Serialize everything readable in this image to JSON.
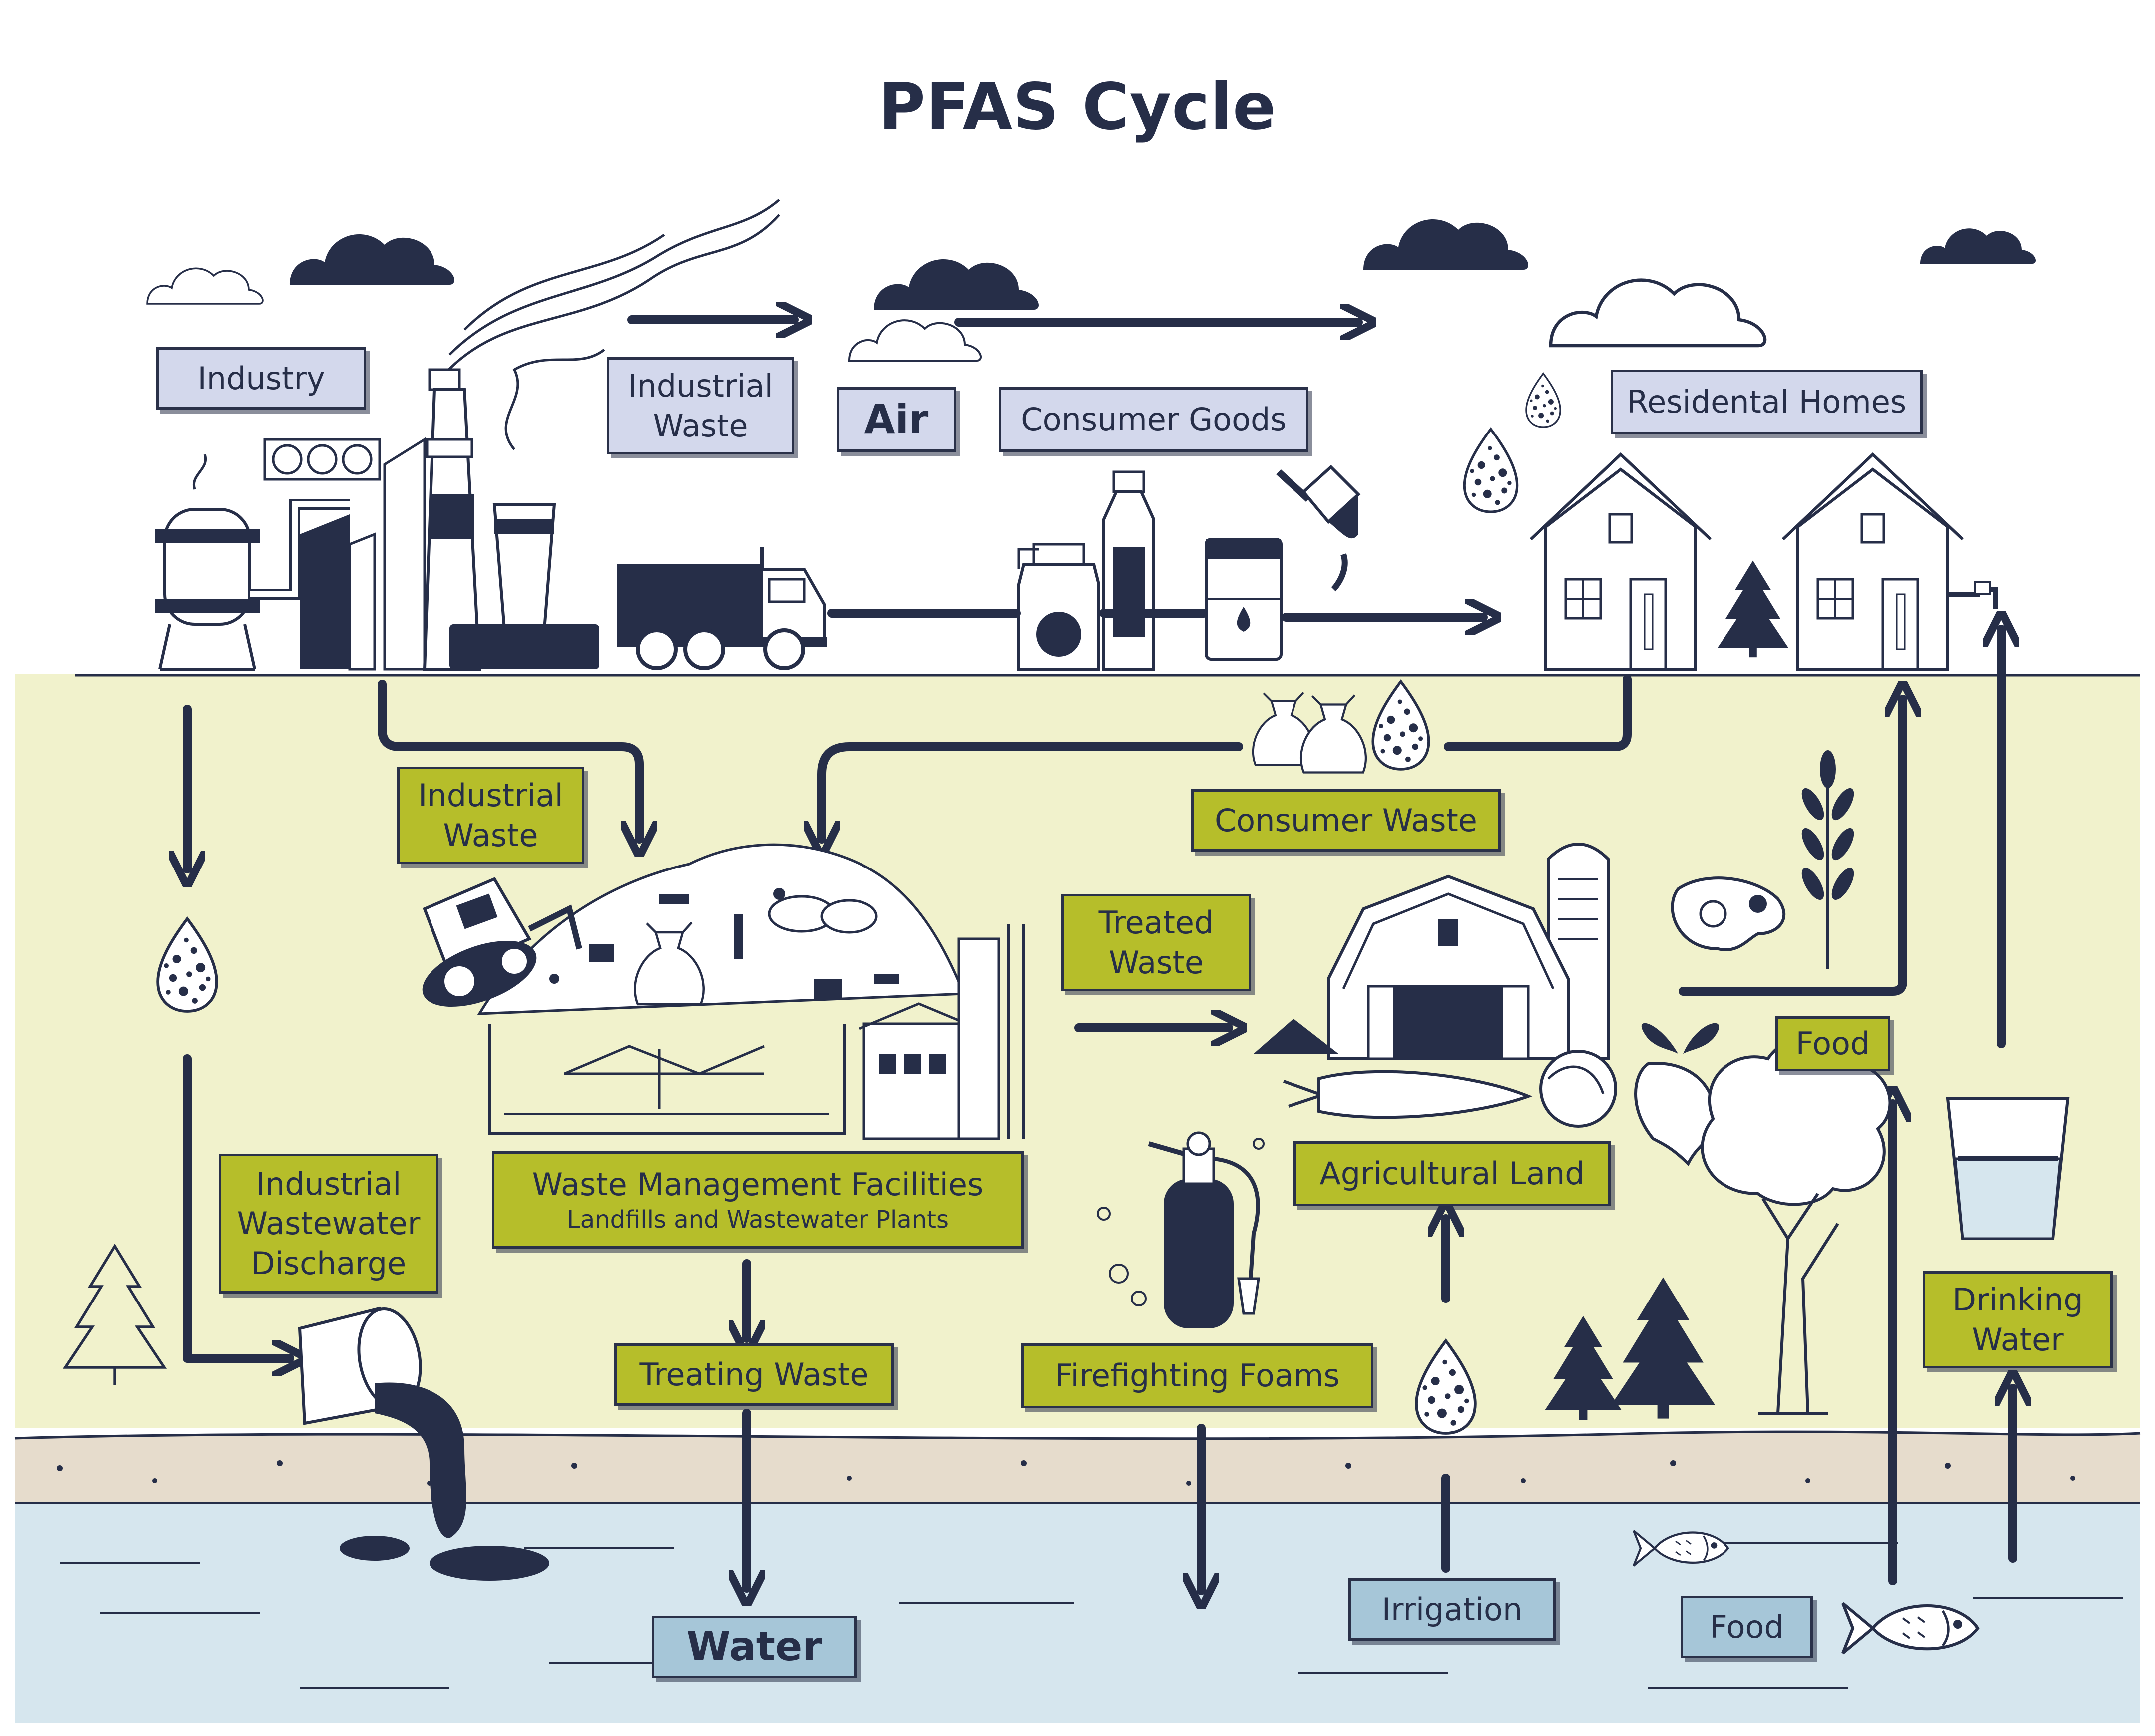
{
  "title": "PFAS Cycle",
  "labels": {
    "industry": [
      "Industry"
    ],
    "industrial_waste_top": [
      "Industrial",
      "Waste"
    ],
    "air": [
      "Air"
    ],
    "consumer_goods": [
      "Consumer Goods"
    ],
    "residential_homes": [
      "Residental Homes"
    ],
    "industrial_waste_ground": [
      "Industrial",
      "Waste"
    ],
    "consumer_waste": [
      "Consumer Waste"
    ],
    "treated_waste": [
      "Treated",
      "Waste"
    ],
    "food_land": [
      "Food"
    ],
    "industrial_wastewater_discharge": [
      "Industrial",
      "Wastewater",
      "Discharge"
    ],
    "waste_management_facilities": [
      "Waste Management Facilities"
    ],
    "waste_management_sub": "Landfills and Wastewater Plants",
    "agricultural_land": [
      "Agricultural Land"
    ],
    "drinking_water": [
      "Drinking",
      "Water"
    ],
    "treating_waste": [
      "Treating Waste"
    ],
    "firefighting_foams": [
      "Firefighting Foams"
    ],
    "water": [
      "Water"
    ],
    "irrigation": [
      "Irrigation"
    ],
    "food_water": [
      "Food"
    ]
  },
  "colors": {
    "ink": "#262e48",
    "land": "#f1f2cc",
    "sand": "#e6dccc",
    "water": "#d6e6ee",
    "label_lavender": "#d3d8ec",
    "label_olive": "#b6be2a",
    "label_blue": "#a6c6d8"
  },
  "icons": [
    "cloud-icon",
    "factory-icon",
    "smokestack-icon",
    "truck-icon",
    "bottle-icon",
    "paint-can-icon",
    "paintbrush-icon",
    "house-icon",
    "pfas-droplet-icon",
    "pine-tree-icon",
    "trash-bag-icon",
    "landfill-icon",
    "bulldozer-icon",
    "barn-icon",
    "silo-icon",
    "wheat-icon",
    "meat-icon",
    "carrot-icon",
    "cabbage-icon",
    "beet-icon",
    "fire-extinguisher-icon",
    "drainage-pipe-icon",
    "tree-icon",
    "water-glass-icon",
    "fish-icon",
    "faucet-icon"
  ]
}
